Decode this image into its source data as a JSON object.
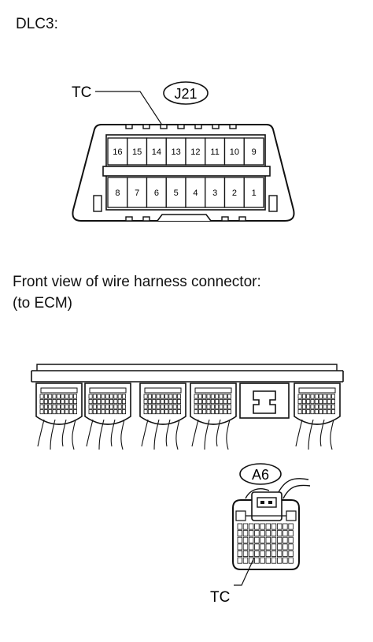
{
  "dlc3": {
    "title": "DLC3:",
    "connector_code": "J21",
    "tc_label": "TC",
    "pins_top": [
      "16",
      "15",
      "14",
      "13",
      "12",
      "11",
      "10",
      "9"
    ],
    "pins_bottom": [
      "8",
      "7",
      "6",
      "5",
      "4",
      "3",
      "2",
      "1"
    ]
  },
  "ecm": {
    "heading_line1": "Front view of wire harness connector:",
    "heading_line2": "(to ECM)",
    "connector_code": "A6",
    "tc_label": "TC"
  }
}
